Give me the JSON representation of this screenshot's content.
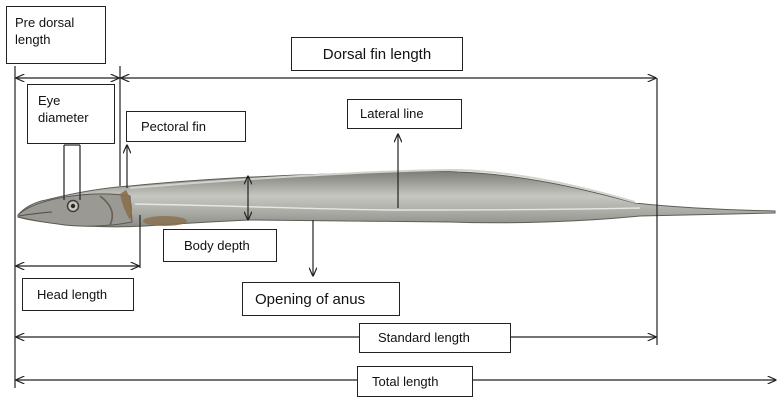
{
  "labels": {
    "pre_dorsal_length": "Pre dorsal length",
    "dorsal_fin_length": "Dorsal fin length",
    "eye_diameter": "Eye diameter",
    "pectoral_fin": "Pectoral fin",
    "lateral_line": "Lateral line",
    "body_depth": "Body depth",
    "head_length": "Head length",
    "opening_of_anus": "Opening of anus",
    "standard_length": "Standard length",
    "total_length": "Total length"
  },
  "colors": {
    "line": "#222222",
    "label_border": "#222222",
    "fish_body": "#a7a7a2",
    "fish_dark": "#6f6e68",
    "fish_light": "#d9d9d4",
    "fish_brown": "#8a6f4e"
  }
}
